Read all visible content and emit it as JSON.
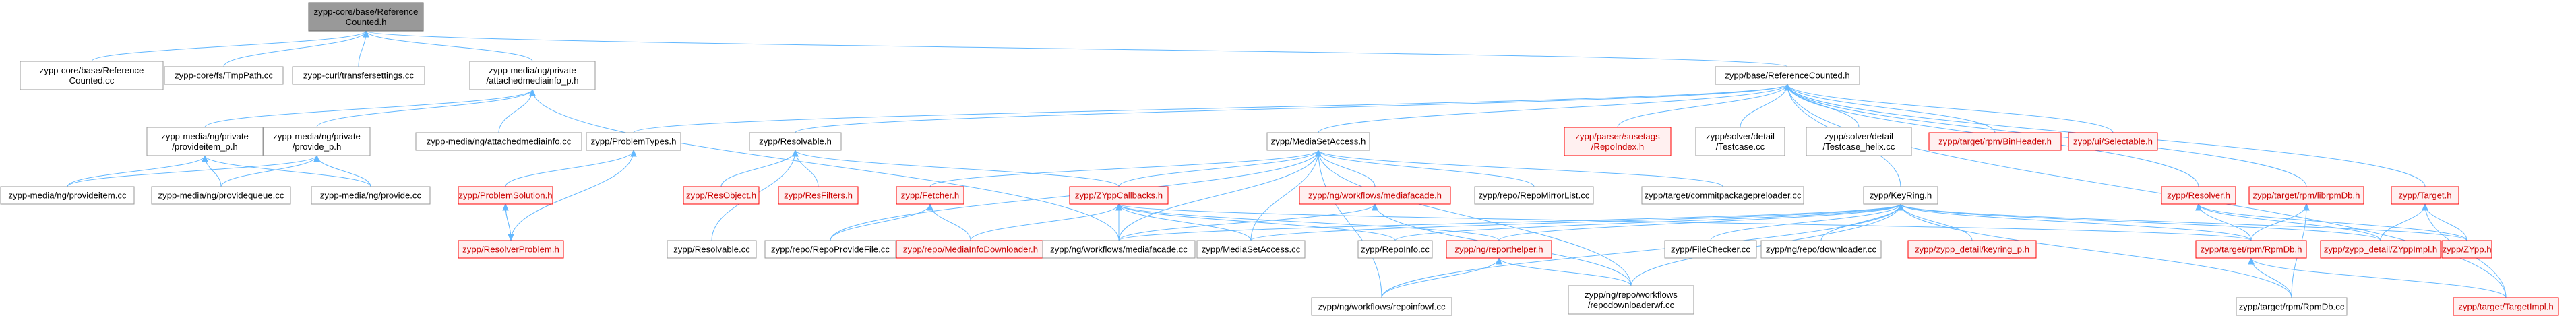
{
  "graph": {
    "colors": {
      "background": "#ffffff",
      "edge": "#63b8ff",
      "node_fill": "#ffffff",
      "node_border": "#999999",
      "node_text": "#000000",
      "focus_fill": "#999999",
      "focus_border": "#666666",
      "focus_text": "#000000",
      "truncated_border": "#ff0000",
      "truncated_fill": "#fff0f0",
      "truncated_text": "#cc0000"
    },
    "nodes": [
      {
        "id": "n0",
        "label": [
          "zypp-core/base/Reference",
          "Counted.h"
        ],
        "style": "focus"
      },
      {
        "id": "n1",
        "label": [
          "zypp-core/base/Reference",
          "Counted.cc"
        ],
        "style": "normal"
      },
      {
        "id": "n2",
        "label": [
          "zypp-core/fs/TmpPath.cc"
        ],
        "style": "normal"
      },
      {
        "id": "n3",
        "label": [
          "zypp-curl/transfersettings.cc"
        ],
        "style": "normal"
      },
      {
        "id": "n4",
        "label": [
          "zypp-media/ng/private",
          "/attachedmediainfo_p.h"
        ],
        "style": "normal"
      },
      {
        "id": "n5",
        "label": [
          "zypp/base/ReferenceCounted.h"
        ],
        "style": "normal"
      },
      {
        "id": "n6",
        "label": [
          "zypp-media/ng/private",
          "/provideitem_p.h"
        ],
        "style": "normal"
      },
      {
        "id": "n7",
        "label": [
          "zypp-media/ng/private",
          "/provide_p.h"
        ],
        "style": "normal"
      },
      {
        "id": "n8",
        "label": [
          "zypp-media/ng/attachedmediainfo.cc"
        ],
        "style": "normal"
      },
      {
        "id": "n9",
        "label": [
          "zypp/ProblemTypes.h"
        ],
        "style": "normal"
      },
      {
        "id": "n10",
        "label": [
          "zypp/Resolvable.h"
        ],
        "style": "normal"
      },
      {
        "id": "n11",
        "label": [
          "zypp/MediaSetAccess.h"
        ],
        "style": "normal"
      },
      {
        "id": "n12",
        "label": [
          "zypp/parser/susetags",
          "/RepoIndex.h"
        ],
        "style": "truncated"
      },
      {
        "id": "n13",
        "label": [
          "zypp/solver/detail",
          "/Testcase.cc"
        ],
        "style": "normal"
      },
      {
        "id": "n14",
        "label": [
          "zypp/solver/detail",
          "/Testcase_helix.cc"
        ],
        "style": "normal"
      },
      {
        "id": "n15",
        "label": [
          "zypp/target/rpm/BinHeader.h"
        ],
        "style": "truncated"
      },
      {
        "id": "n16",
        "label": [
          "zypp/ui/Selectable.h"
        ],
        "style": "truncated"
      },
      {
        "id": "n17",
        "label": [
          "zypp-media/ng/provideitem.cc"
        ],
        "style": "normal"
      },
      {
        "id": "n18",
        "label": [
          "zypp-media/ng/providequeue.cc"
        ],
        "style": "normal"
      },
      {
        "id": "n19",
        "label": [
          "zypp-media/ng/provide.cc"
        ],
        "style": "normal"
      },
      {
        "id": "n20",
        "label": [
          "zypp/ProblemSolution.h"
        ],
        "style": "truncated"
      },
      {
        "id": "n21",
        "label": [
          "zypp/ResolverProblem.h"
        ],
        "style": "truncated"
      },
      {
        "id": "n22",
        "label": [
          "zypp/ResObject.h"
        ],
        "style": "truncated"
      },
      {
        "id": "n23",
        "label": [
          "zypp/ResFilters.h"
        ],
        "style": "truncated"
      },
      {
        "id": "n24",
        "label": [
          "zypp/Resolvable.cc"
        ],
        "style": "normal"
      },
      {
        "id": "n25",
        "label": [
          "zypp/Fetcher.h"
        ],
        "style": "truncated"
      },
      {
        "id": "n26",
        "label": [
          "zypp/ZYppCallbacks.h"
        ],
        "style": "truncated"
      },
      {
        "id": "n27",
        "label": [
          "zypp/ng/workflows/mediafacade.h"
        ],
        "style": "truncated"
      },
      {
        "id": "n28",
        "label": [
          "zypp/repo/RepoMirrorList.cc"
        ],
        "style": "normal"
      },
      {
        "id": "n29",
        "label": [
          "zypp/target/commitpackagepreloader.cc"
        ],
        "style": "normal"
      },
      {
        "id": "n30",
        "label": [
          "zypp/KeyRing.h"
        ],
        "style": "normal"
      },
      {
        "id": "n31",
        "label": [
          "zypp/Resolver.h"
        ],
        "style": "truncated"
      },
      {
        "id": "n32",
        "label": [
          "zypp/target/rpm/librpmDb.h"
        ],
        "style": "truncated"
      },
      {
        "id": "n33",
        "label": [
          "zypp/Target.h"
        ],
        "style": "truncated"
      },
      {
        "id": "n34",
        "label": [
          "zypp/repo/RepoProvideFile.cc"
        ],
        "style": "normal"
      },
      {
        "id": "n35",
        "label": [
          "zypp/repo/MediaInfoDownloader.h"
        ],
        "style": "truncated"
      },
      {
        "id": "n36",
        "label": [
          "zypp/ng/workflows/mediafacade.cc"
        ],
        "style": "normal"
      },
      {
        "id": "n37",
        "label": [
          "zypp/MediaSetAccess.cc"
        ],
        "style": "normal"
      },
      {
        "id": "n38",
        "label": [
          "zypp/RepoInfo.cc"
        ],
        "style": "normal"
      },
      {
        "id": "n39",
        "label": [
          "zypp/ng/reporthelper.h"
        ],
        "style": "truncated"
      },
      {
        "id": "n40",
        "label": [
          "zypp/FileChecker.cc"
        ],
        "style": "normal"
      },
      {
        "id": "n41",
        "label": [
          "zypp/ng/repo/downloader.cc"
        ],
        "style": "normal"
      },
      {
        "id": "n42",
        "label": [
          "zypp/zypp_detail/keyring_p.h"
        ],
        "style": "truncated"
      },
      {
        "id": "n43",
        "label": [
          "zypp/target/rpm/RpmDb.h"
        ],
        "style": "truncated"
      },
      {
        "id": "n44",
        "label": [
          "zypp/zypp_detail/ZYppImpl.h"
        ],
        "style": "truncated"
      },
      {
        "id": "n45",
        "label": [
          "zypp/ZYpp.h"
        ],
        "style": "truncated"
      },
      {
        "id": "n46",
        "label": [
          "zypp/ng/workflows/repoinfowf.cc"
        ],
        "style": "normal"
      },
      {
        "id": "n47",
        "label": [
          "zypp/ng/repo/workflows",
          "/repodownloaderwf.cc"
        ],
        "style": "normal"
      },
      {
        "id": "n48",
        "label": [
          "zypp/target/rpm/RpmDb.cc"
        ],
        "style": "normal"
      },
      {
        "id": "n49",
        "label": [
          "zypp/target/TargetImpl.h"
        ],
        "style": "truncated"
      }
    ],
    "edges": [
      [
        "n1",
        "n0"
      ],
      [
        "n2",
        "n0"
      ],
      [
        "n3",
        "n0"
      ],
      [
        "n4",
        "n0"
      ],
      [
        "n5",
        "n0"
      ],
      [
        "n6",
        "n4"
      ],
      [
        "n7",
        "n4"
      ],
      [
        "n8",
        "n4"
      ],
      [
        "n36",
        "n4"
      ],
      [
        "n17",
        "n6"
      ],
      [
        "n18",
        "n6"
      ],
      [
        "n19",
        "n6"
      ],
      [
        "n17",
        "n7"
      ],
      [
        "n18",
        "n7"
      ],
      [
        "n19",
        "n7"
      ],
      [
        "n9",
        "n5"
      ],
      [
        "n10",
        "n5"
      ],
      [
        "n11",
        "n5"
      ],
      [
        "n12",
        "n5"
      ],
      [
        "n13",
        "n5"
      ],
      [
        "n14",
        "n5"
      ],
      [
        "n15",
        "n5"
      ],
      [
        "n16",
        "n5"
      ],
      [
        "n30",
        "n5"
      ],
      [
        "n31",
        "n5"
      ],
      [
        "n32",
        "n5"
      ],
      [
        "n33",
        "n5"
      ],
      [
        "n49",
        "n5"
      ],
      [
        "n20",
        "n9"
      ],
      [
        "n21",
        "n9"
      ],
      [
        "n21",
        "n20"
      ],
      [
        "n20",
        "n21"
      ],
      [
        "n22",
        "n10"
      ],
      [
        "n23",
        "n10"
      ],
      [
        "n24",
        "n10"
      ],
      [
        "n26",
        "n10"
      ],
      [
        "n25",
        "n11"
      ],
      [
        "n26",
        "n11"
      ],
      [
        "n27",
        "n11"
      ],
      [
        "n28",
        "n11"
      ],
      [
        "n29",
        "n11"
      ],
      [
        "n34",
        "n11"
      ],
      [
        "n36",
        "n11"
      ],
      [
        "n37",
        "n11"
      ],
      [
        "n46",
        "n11"
      ],
      [
        "n47",
        "n11"
      ],
      [
        "n34",
        "n25"
      ],
      [
        "n35",
        "n25"
      ],
      [
        "n35",
        "n26"
      ],
      [
        "n36",
        "n26"
      ],
      [
        "n37",
        "n26"
      ],
      [
        "n38",
        "n26"
      ],
      [
        "n39",
        "n26"
      ],
      [
        "n43",
        "n26"
      ],
      [
        "n36",
        "n27"
      ],
      [
        "n47",
        "n27"
      ],
      [
        "n46",
        "n39"
      ],
      [
        "n47",
        "n39"
      ],
      [
        "n36",
        "n30"
      ],
      [
        "n37",
        "n30"
      ],
      [
        "n38",
        "n30"
      ],
      [
        "n39",
        "n30"
      ],
      [
        "n40",
        "n30"
      ],
      [
        "n41",
        "n30"
      ],
      [
        "n42",
        "n30"
      ],
      [
        "n43",
        "n30"
      ],
      [
        "n44",
        "n30"
      ],
      [
        "n45",
        "n30"
      ],
      [
        "n46",
        "n30"
      ],
      [
        "n47",
        "n30"
      ],
      [
        "n48",
        "n30"
      ],
      [
        "n43",
        "n31"
      ],
      [
        "n44",
        "n31"
      ],
      [
        "n45",
        "n31"
      ],
      [
        "n43",
        "n32"
      ],
      [
        "n48",
        "n32"
      ],
      [
        "n44",
        "n33"
      ],
      [
        "n45",
        "n33"
      ],
      [
        "n49",
        "n33"
      ],
      [
        "n48",
        "n43"
      ],
      [
        "n49",
        "n43"
      ]
    ]
  }
}
